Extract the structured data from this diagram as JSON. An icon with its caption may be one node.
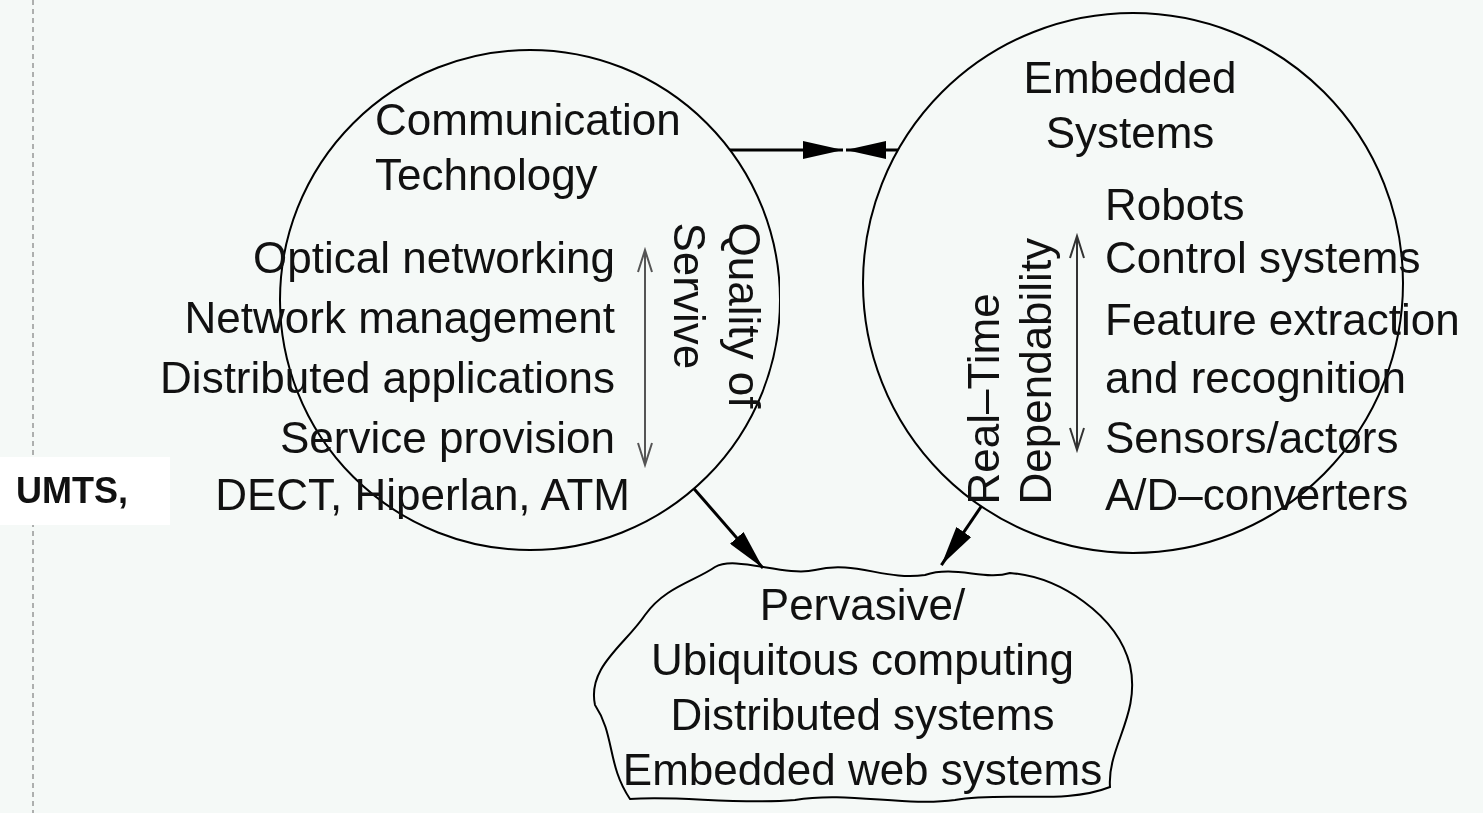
{
  "diagram": {
    "nodes": [
      {
        "text": [
          "Communication Technology",
          "Optical networking",
          "Network management",
          "Distributed applications",
          "Service provision",
          "DECT, Hiperlan, ATM",
          "Quality of Servive"
        ]
      },
      {
        "text": [
          "Embedded Systems",
          "Real–Time Dependability",
          "Robots",
          "Control systems",
          "Feature extraction and recognition",
          "Sensors/actors",
          "A/D–converters"
        ]
      },
      {
        "text": [
          "Pervasive/",
          "Ubiquitous computing",
          "Distributed systems",
          "Embedded web systems"
        ]
      }
    ],
    "edges": [
      {
        "from": 0,
        "to": null,
        "arrow": "to"
      },
      {
        "from": 1,
        "to": null,
        "arrow": "to"
      },
      {
        "from": 0,
        "to": 2,
        "arrow": "to"
      },
      {
        "from": 1,
        "to": 2,
        "arrow": "to"
      }
    ],
    "labels": [
      "UMTS,"
    ]
  }
}
